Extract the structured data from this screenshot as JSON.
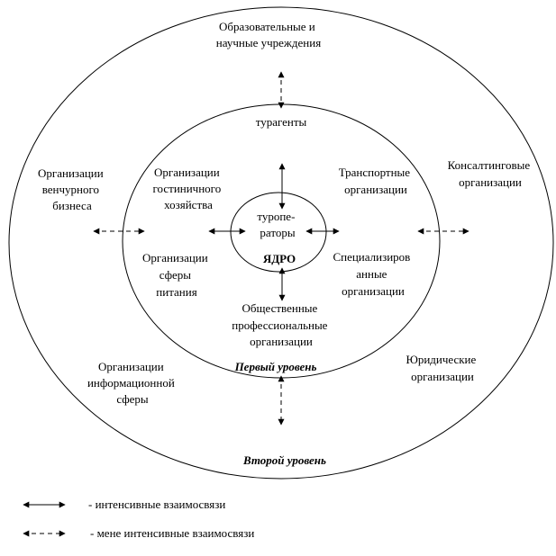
{
  "core": {
    "name_lines": [
      "туропе-",
      "раторы"
    ],
    "title": "ЯДРО"
  },
  "levels": {
    "first": "Первый уровень",
    "second": "Второй уровень"
  },
  "outer": {
    "education": [
      "Образовательные и",
      "научные учреждения"
    ],
    "venture": [
      "Организации",
      "венчурного",
      "бизнеса"
    ],
    "consulting": [
      "Консалтинговые",
      "организации"
    ],
    "information": [
      "Организации",
      "информационной",
      "сферы"
    ],
    "legal": [
      "Юридические",
      "организации"
    ]
  },
  "inner": {
    "agents": [
      "турагенты"
    ],
    "hotel": [
      "Организации",
      "гостиничного",
      "хозяйства"
    ],
    "transport": [
      "Транспортные",
      "организации"
    ],
    "catering": [
      "Организации",
      "сферы",
      "питания"
    ],
    "specialized": [
      "Специализиров",
      "анные",
      "организации"
    ],
    "professional": [
      "Общественные",
      "профессиональные",
      "организации"
    ]
  },
  "legend": {
    "solid": "- интенсивные взаимосвязи",
    "dashed": "- мене интенсивные взаимосвязи"
  }
}
